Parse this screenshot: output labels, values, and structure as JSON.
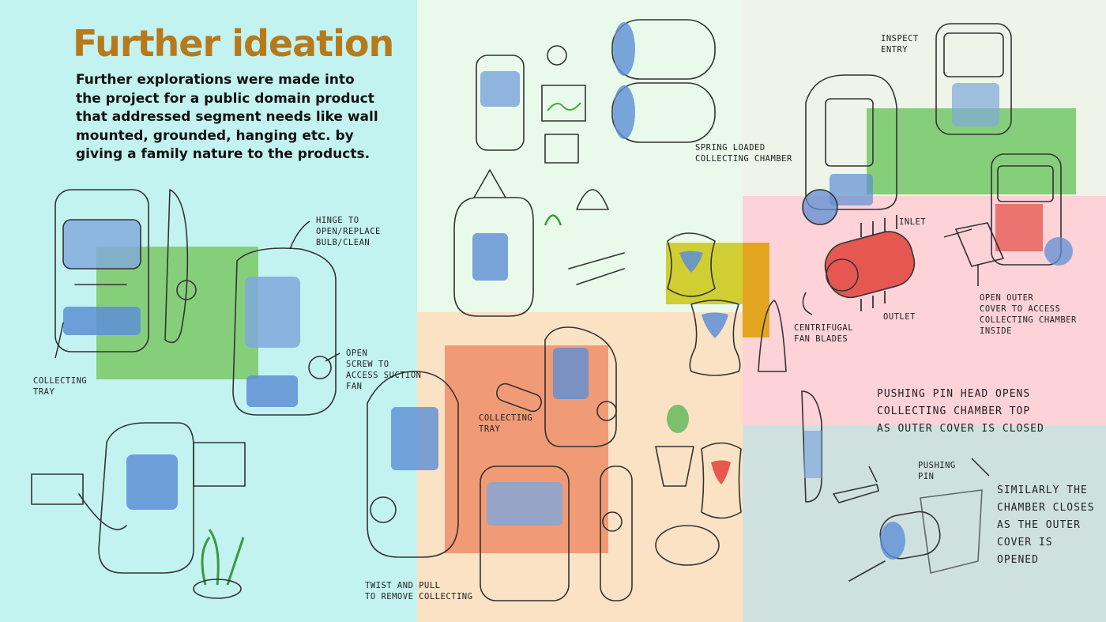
{
  "heading": {
    "title": "Further ideation",
    "description": "Further explorations were made into the project for a public domain product that addressed segment needs like wall mounted, grounded, hanging etc. by giving a family nature to the products."
  },
  "annotations": {
    "collecting_tray": "Collecting\ntray",
    "hinge": "Hinge to\nopen/replace\nbulb/clean",
    "open_screw": "Open\nscrew to\naccess suction\nfan",
    "spring_loaded": "Spring loaded\ncollecting chamber",
    "collecting_tray_2": "Collecting\ntray",
    "twist_pull": "Twist and pull\nto remove collecting",
    "inspect_entry": "Inspect\nentry",
    "inlet": "Inlet",
    "outlet": "Outlet",
    "centrifugal": "Centrifugal\nfan blades",
    "open_outer_cover": "Open outer\ncover to access\ncollecting chamber\ninside",
    "pushing_pin_head": "Pushing pin head opens\ncollecting chamber top\nas outer cover is closed",
    "pushing_pin": "Pushing\npin",
    "similarly": "Similarly the\nchamber closes\nas the outer\ncover is\nopened"
  },
  "colors": {
    "title": "#b8791a",
    "panel_cyan": "#c3f3f1",
    "panel_mint": "#e9faeb",
    "panel_peach": "#fbe2c4",
    "panel_cream": "#eef4e8",
    "panel_pink": "#fdd3d8",
    "panel_slate": "#cfe1de",
    "block_green": "#86cf7a",
    "block_orange": "#f19a76",
    "block_yellow": "#cfcf33",
    "block_amber": "#e2a520",
    "device_blue": "#5d8fd6",
    "device_red": "#e2413b"
  }
}
